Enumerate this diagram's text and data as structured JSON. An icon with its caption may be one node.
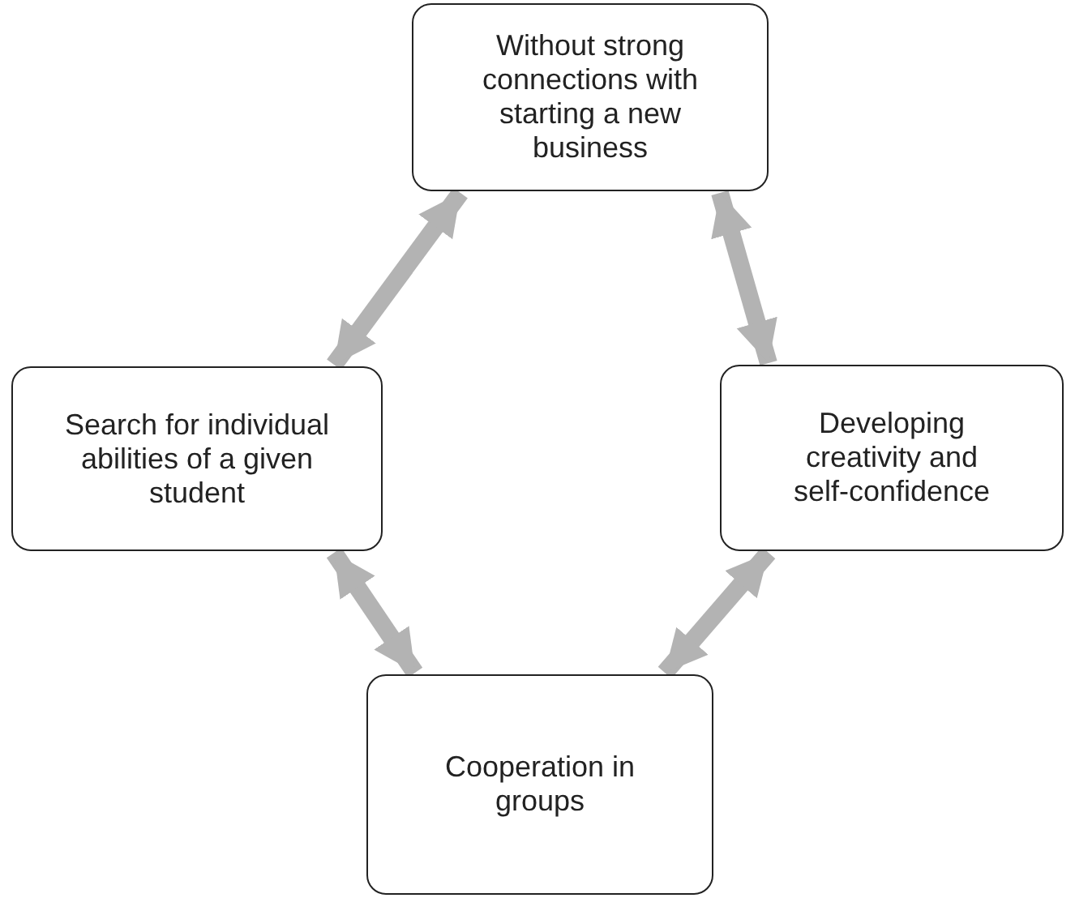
{
  "diagram": {
    "nodes": [
      {
        "text": [
          "Without strong connections with starting a new business"
        ]
      },
      {
        "text": [
          "Search for individual abilities of a given student"
        ]
      },
      {
        "text": [
          "Developing creativity and self-confidence"
        ]
      },
      {
        "text": [
          "Cooperation in groups"
        ]
      }
    ],
    "edges": [
      {
        "from": 0,
        "to": 1,
        "arrow": "both"
      },
      {
        "from": 0,
        "to": 2,
        "arrow": "both"
      },
      {
        "from": 1,
        "to": 3,
        "arrow": "both"
      },
      {
        "from": 3,
        "to": 2,
        "arrow": "both"
      }
    ]
  }
}
